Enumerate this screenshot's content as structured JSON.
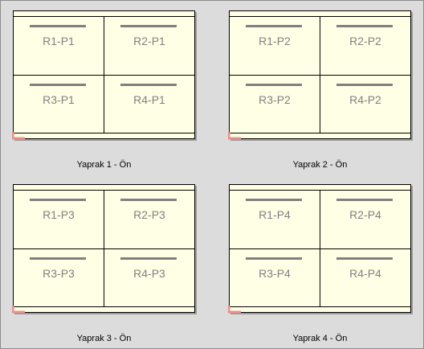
{
  "sheets": [
    {
      "caption": "Yaprak 1 - Ön",
      "pages": [
        "R1-P1",
        "R2-P1",
        "R3-P1",
        "R4-P1"
      ]
    },
    {
      "caption": "Yaprak 2 - Ön",
      "pages": [
        "R1-P2",
        "R2-P2",
        "R3-P2",
        "R4-P2"
      ]
    },
    {
      "caption": "Yaprak 3 - Ön",
      "pages": [
        "R1-P3",
        "R2-P3",
        "R3-P3",
        "R4-P3"
      ]
    },
    {
      "caption": "Yaprak 4 - Ön",
      "pages": [
        "R1-P4",
        "R2-P4",
        "R3-P4",
        "R4-P4"
      ]
    }
  ],
  "colors": {
    "sheet_background": "#ffffe6",
    "page_label": "#808080",
    "corner_mark": "#e8918f",
    "canvas_background": "#dcdcdc"
  },
  "icons": {
    "corner": "registration-corner-icon"
  }
}
